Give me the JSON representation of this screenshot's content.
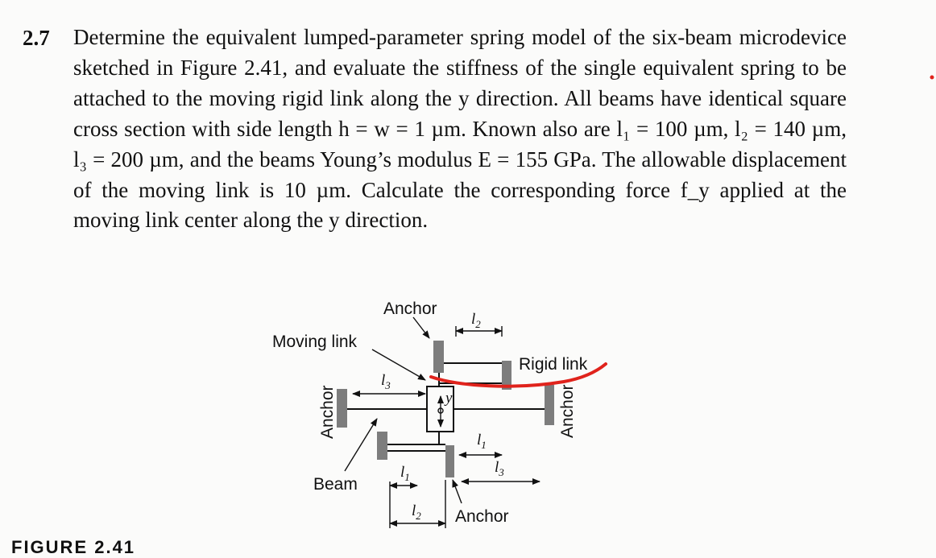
{
  "problem": {
    "number": "2.7",
    "text": "Determine the equivalent lumped-parameter spring model of the six-beam microdevice sketched in Figure 2.41, and evaluate the stiffness of the single equivalent spring to be attached to the moving rigid link along the y direction. All beams have identical square cross section with side length h = w = 1 µm. Known also are l₁ = 100 µm, l₂ = 140 µm, l₃ = 200 µm, and the beams Young’s modulus E = 155 GPa. The allowable displacement of the moving link is 10 µm. Calculate the corresponding force f_y applied at the moving link center along the y direction."
  },
  "figure": {
    "labels": {
      "anchor_top": "Anchor",
      "moving_link": "Moving link",
      "rigid_link": "Rigid link",
      "anchor_left": "Anchor",
      "anchor_right": "Anchor",
      "beam": "Beam",
      "anchor_bottom": "Anchor",
      "y_axis": "y",
      "l1": "l",
      "l2": "l",
      "l3": "l",
      "sub1": "1",
      "sub2": "2",
      "sub3": "3"
    },
    "annotation_color": "#e0231c"
  },
  "caption": "FIGURE 2.41"
}
